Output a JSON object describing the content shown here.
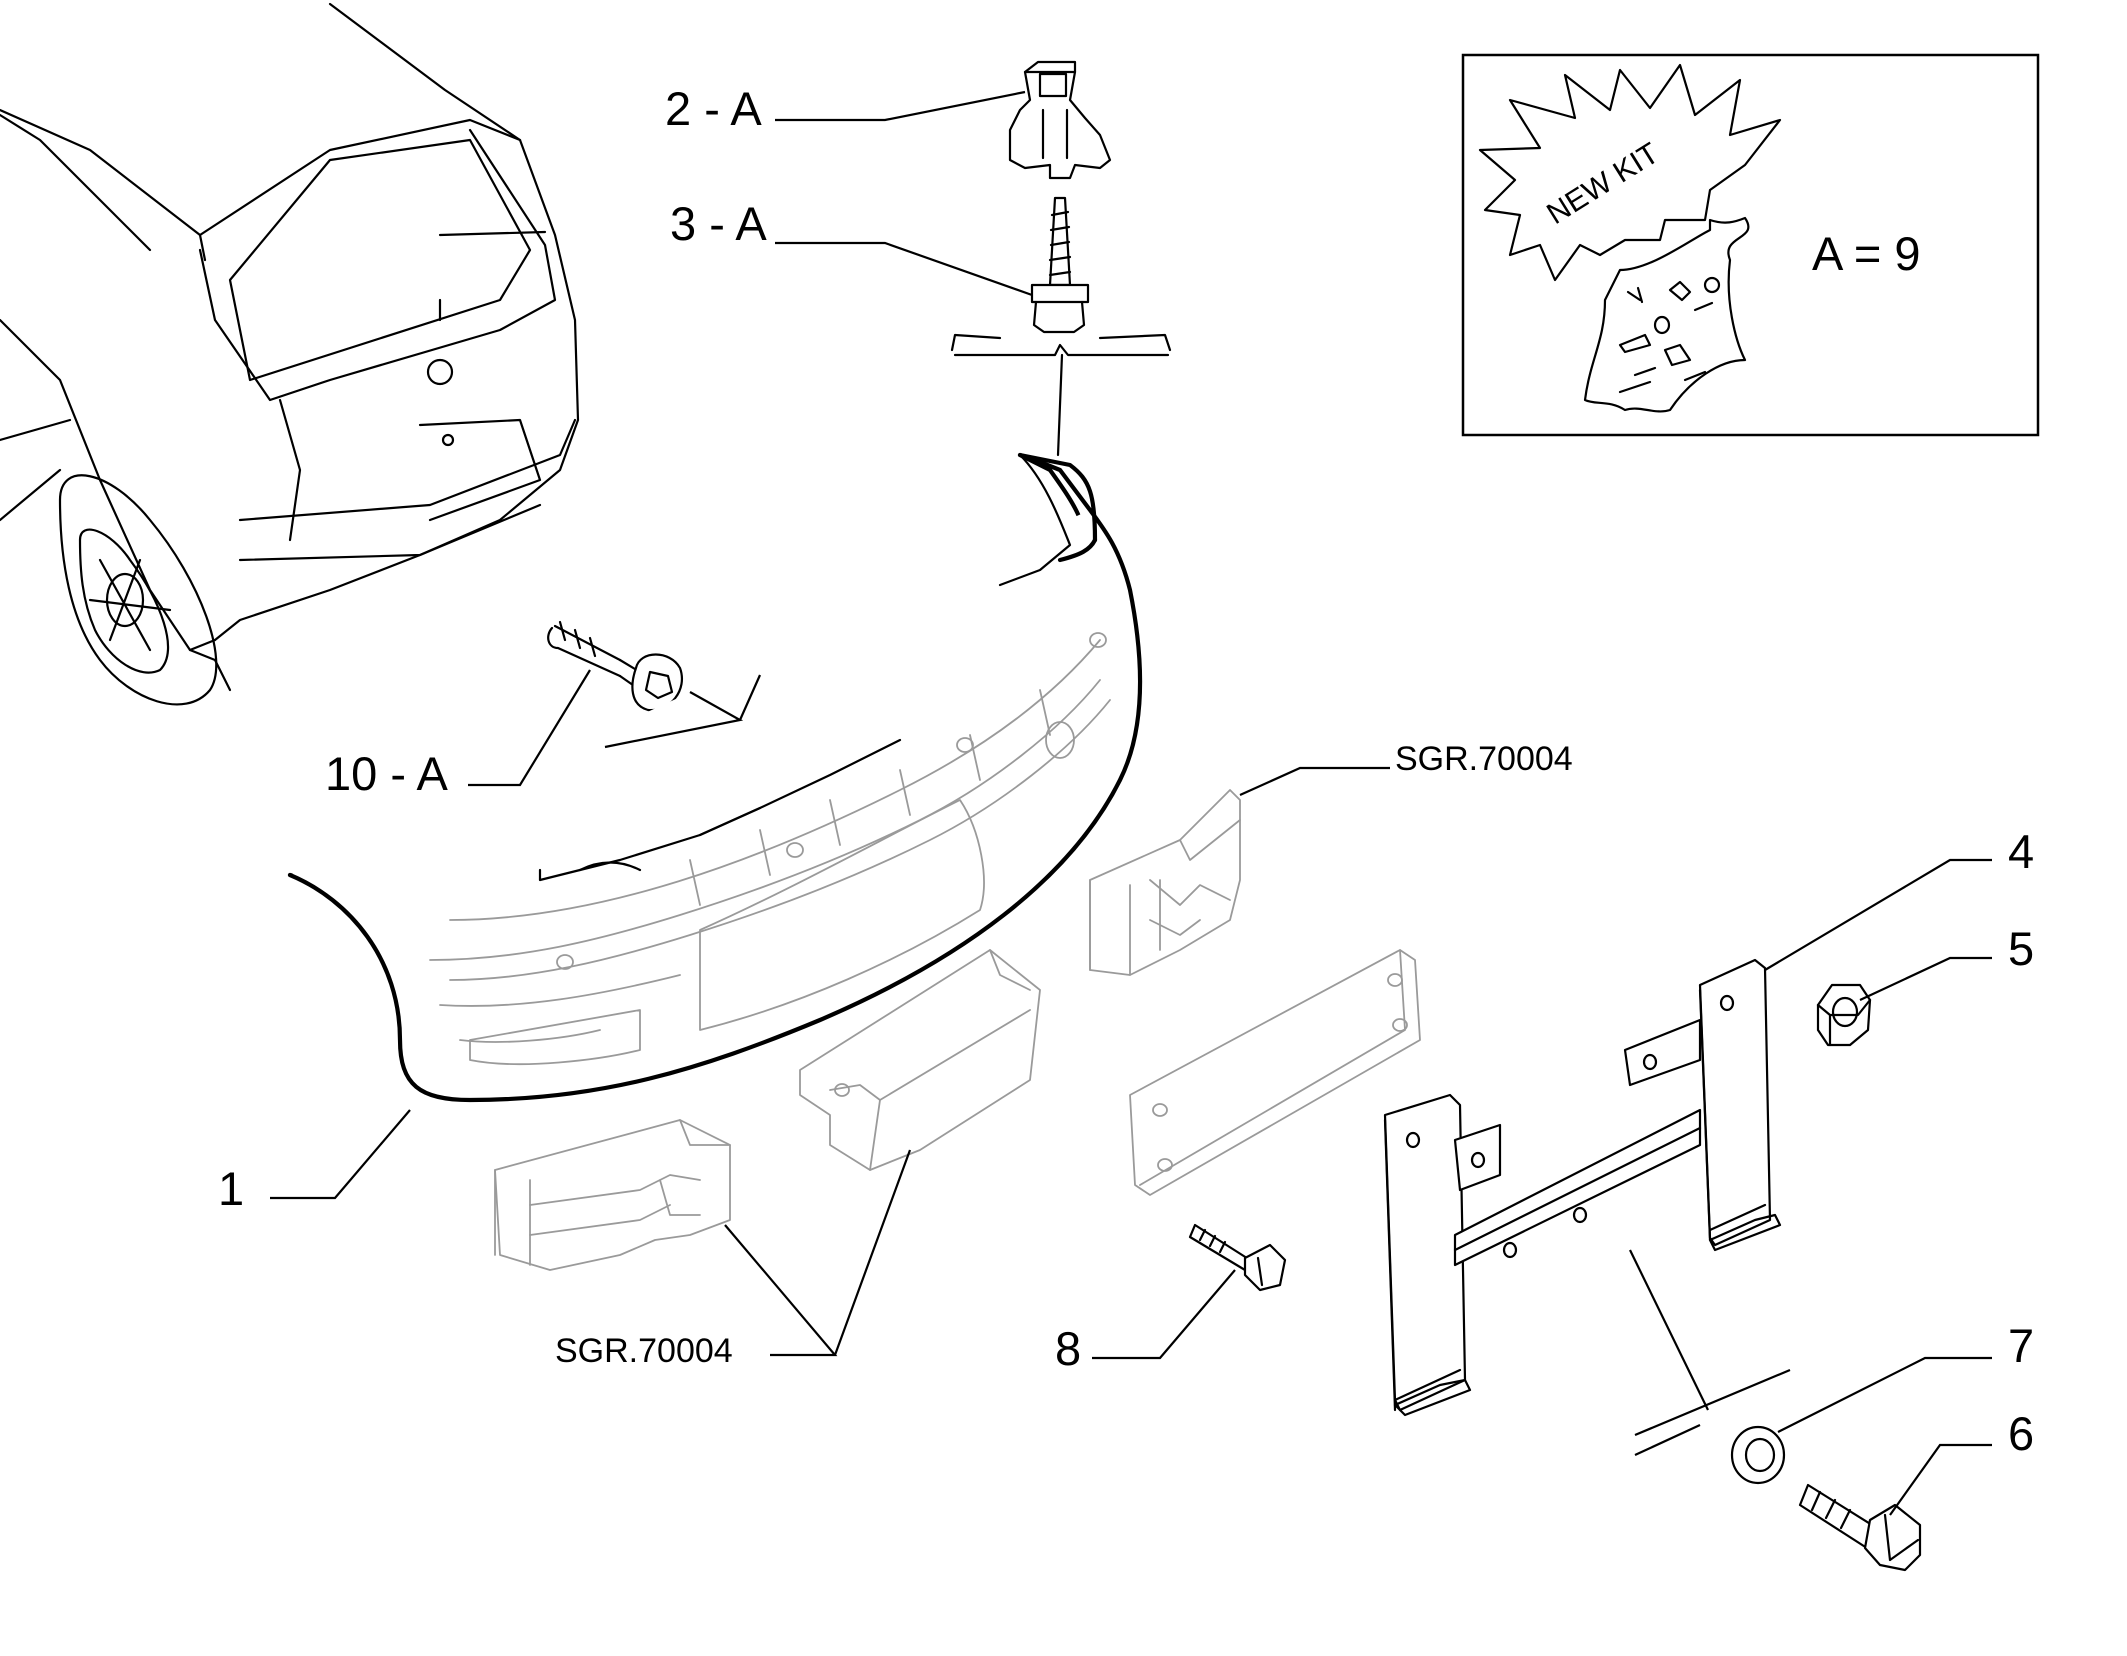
{
  "labels": {
    "p2": "2 - A",
    "p3": "3 - A",
    "p10": "10 - A",
    "p1": "1",
    "p4": "4",
    "p5": "5",
    "p6": "6",
    "p7": "7",
    "p8": "8",
    "sgr_upper": "SGR.70004",
    "sgr_lower": "SGR.70004"
  },
  "kit_box": {
    "badge": "NEW KIT",
    "formula": "A = 9"
  }
}
